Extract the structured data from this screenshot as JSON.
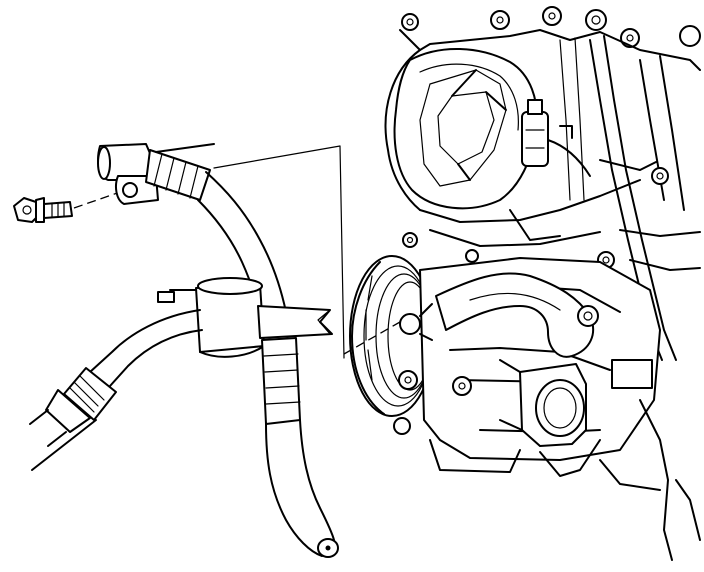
{
  "figure": {
    "type": "line-art technical illustration",
    "colors": {
      "ink": "#000000",
      "paper": "#ffffff"
    },
    "parts": [
      "engine-block",
      "ac-compressor",
      "compressor-pulley",
      "refrigerant-hose-assembly",
      "hose-fitting-block",
      "mounting-bolt",
      "hose-clamp-strap"
    ]
  }
}
